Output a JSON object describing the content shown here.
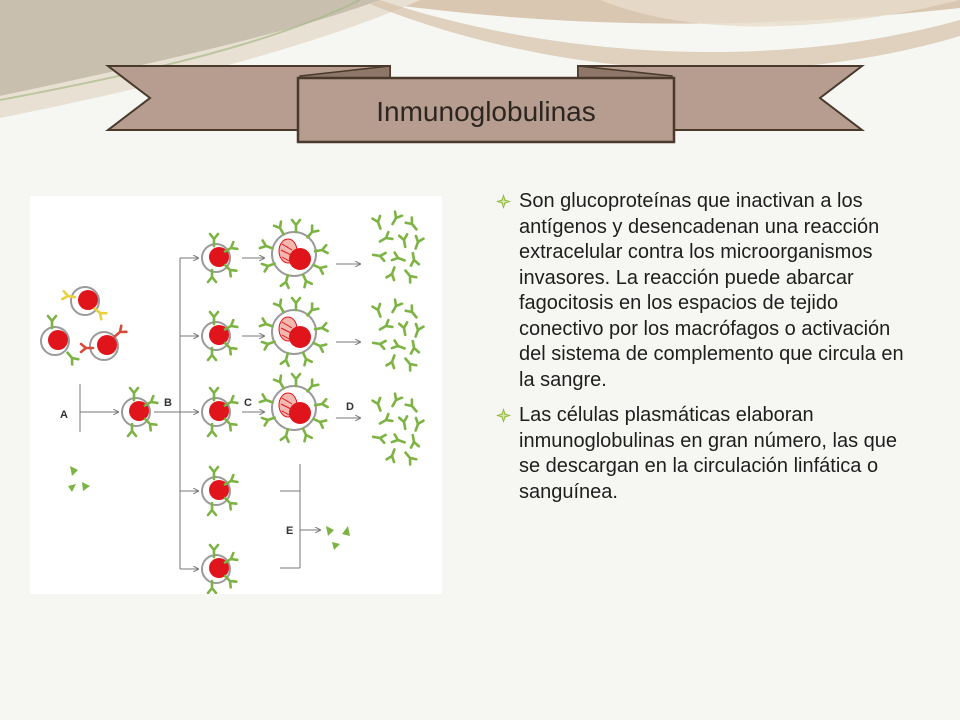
{
  "slide": {
    "title": "Inmunoglobulinas",
    "bullets": [
      {
        "icon": "diamond-bullet-icon",
        "text": "Son glucoproteínas que inactivan a los antígenos y desencadenan una reacción extracelular contra los microorganismos invasores. La reacción puede abarcar fagocitosis en los espacios de tejido conectivo por los macrófagos o activación del sistema de complemento que circula en la sangre."
      },
      {
        "icon": "diamond-bullet-icon",
        "text": "Las células plasmáticas elaboran inmunoglobulinas en gran número, las que se descargan en la circulación linfática o sanguínea."
      }
    ]
  },
  "figure": {
    "labels": {
      "a": "A",
      "b": "B",
      "c": "C",
      "d": "D",
      "e": "E"
    }
  },
  "colors": {
    "banner_fill": "#b69d90",
    "banner_border": "#4a3a2c",
    "cell_nucleus": "#e0151b",
    "antibody_green": "#7cb342",
    "antibody_yellow": "#e8d13a",
    "bullet_accent": "#8fb63b"
  }
}
